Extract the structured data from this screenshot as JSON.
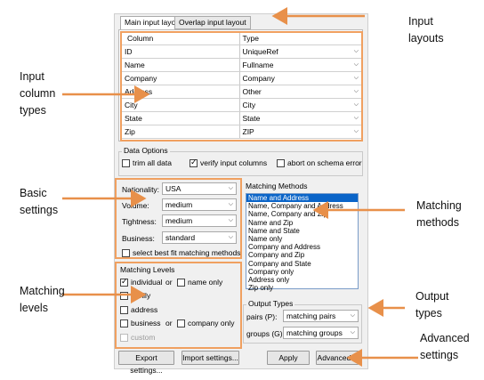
{
  "tabs": [
    "Main input layout",
    "Overlap input layout"
  ],
  "columns": {
    "headers": [
      "Column",
      "Type"
    ],
    "rows": [
      {
        "column": "ID",
        "type": "UniqueRef"
      },
      {
        "column": "Name",
        "type": "Fullname"
      },
      {
        "column": "Company",
        "type": "Company"
      },
      {
        "column": "Address",
        "type": "Other"
      },
      {
        "column": "City",
        "type": "City"
      },
      {
        "column": "State",
        "type": "State"
      },
      {
        "column": "Zip",
        "type": "ZIP"
      }
    ]
  },
  "data_options": {
    "title": "Data Options",
    "trim": "trim all data",
    "verify": "verify input columns",
    "abort": "abort on schema error"
  },
  "basic": {
    "nationality_label": "Nationality:",
    "nationality": "USA",
    "volume_label": "Volume:",
    "volume": "medium",
    "tightness_label": "Tightness:",
    "tightness": "medium",
    "business_label": "Business:",
    "business": "standard",
    "best_fit": "select best fit matching methods"
  },
  "levels": {
    "title": "Matching Levels",
    "individual": "individual",
    "or1": "or",
    "name_only": "name only",
    "family": "family",
    "address": "address",
    "business": "business",
    "or2": "or",
    "company_only": "company only",
    "custom": "custom"
  },
  "methods": {
    "title": "Matching Methods",
    "items": [
      "Name and Address",
      "Name, Company and Address",
      "Name, Company and Zip",
      "Name and Zip",
      "Name and State",
      "Name only",
      "Company and Address",
      "Company and Zip",
      "Company and State",
      "Company only",
      "Address only",
      "Zip only"
    ]
  },
  "output": {
    "title": "Output Types",
    "pairs_label": "pairs (P):",
    "pairs": "matching pairs",
    "groups_label": "groups (G):",
    "groups": "matching groups"
  },
  "buttons": {
    "export": "Export settings...",
    "import": "Import settings...",
    "apply": "Apply",
    "advanced": "Advanced..."
  },
  "annotations": {
    "input_layouts": [
      "Input",
      "layouts"
    ],
    "input_column_types": [
      "Input",
      "column",
      "types"
    ],
    "basic_settings": [
      "Basic",
      "settings"
    ],
    "matching_methods": [
      "Matching",
      "methods"
    ],
    "matching_levels": [
      "Matching",
      "levels"
    ],
    "output_types": [
      "Output",
      "types"
    ],
    "advanced_settings": [
      "Advanced",
      "settings"
    ]
  },
  "colors": {
    "highlight": "#f0a060",
    "arrow": "#e8904a",
    "selection": "#0a64c8"
  }
}
